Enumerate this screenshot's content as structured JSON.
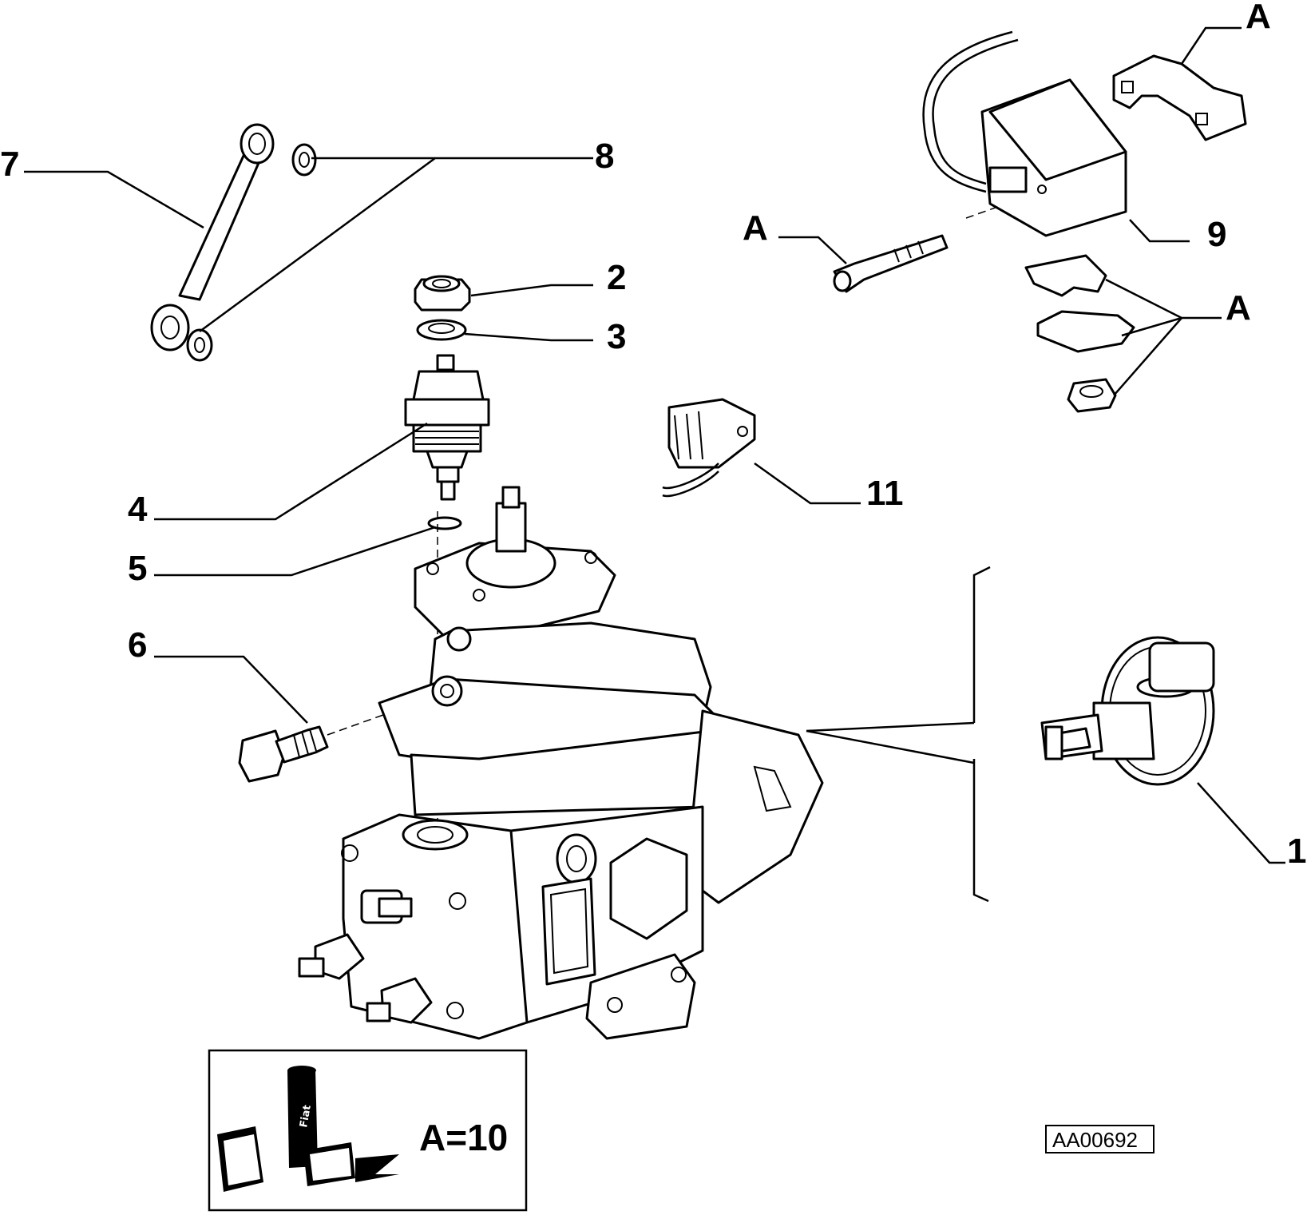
{
  "callouts": {
    "c1": "1",
    "c2": "2",
    "c3": "3",
    "c4": "4",
    "c5": "5",
    "c6": "6",
    "c7": "7",
    "c8": "8",
    "c9": "9",
    "c11": "11",
    "a_top": "A",
    "a_stud": "A",
    "a_bracket": "A"
  },
  "legend": {
    "text": "A=10",
    "package_label": "Fiat"
  },
  "reference_code": "AA00692"
}
